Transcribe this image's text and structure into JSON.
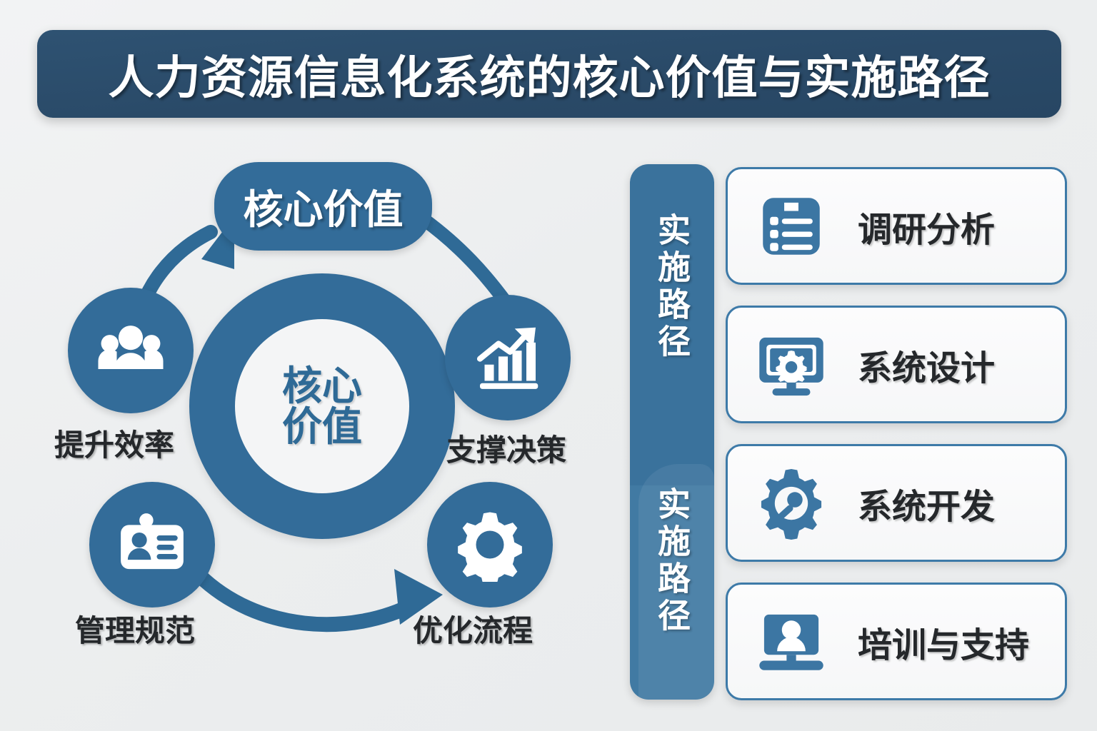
{
  "title": {
    "text": "人力资源信息化系统的核心价值与实施路径"
  },
  "colors": {
    "banner_blue": "#2a4a68",
    "accent_blue": "#336c99",
    "card_border_blue": "#3d7aa8",
    "background": "#eceeef",
    "text_dark": "#25282b",
    "text_light": "#ffffff"
  },
  "core_diagram": {
    "pill_label": "核心价值",
    "center_line_1": "核心",
    "center_line_2": "价值",
    "nodes": [
      {
        "id": "people",
        "icon": "people-group-icon",
        "label": "提升效率"
      },
      {
        "id": "chart",
        "icon": "growth-chart-icon",
        "label": "支撑决策"
      },
      {
        "id": "badge",
        "icon": "id-badge-icon",
        "label": "管理规范"
      },
      {
        "id": "gear",
        "icon": "gear-icon",
        "label": "优化流程"
      }
    ],
    "connectors": [
      {
        "id": "arrow-people-to-pill",
        "icon": "curved-arrow-up-right-icon"
      },
      {
        "id": "arc-pill-to-chart",
        "icon": "curved-line-icon"
      },
      {
        "id": "arrow-badge-to-gear",
        "icon": "curved-arrow-right-icon"
      }
    ]
  },
  "implementation_path": {
    "bar_label_top": "实施路径",
    "bar_label_bottom": "实施路径",
    "steps": [
      {
        "id": "survey",
        "icon": "clipboard-list-icon",
        "label": "调研分析"
      },
      {
        "id": "design",
        "icon": "monitor-gear-icon",
        "label": "系统设计"
      },
      {
        "id": "develop",
        "icon": "gear-search-icon",
        "label": "系统开发"
      },
      {
        "id": "training",
        "icon": "laptop-person-icon",
        "label": "培训与支持"
      }
    ]
  }
}
